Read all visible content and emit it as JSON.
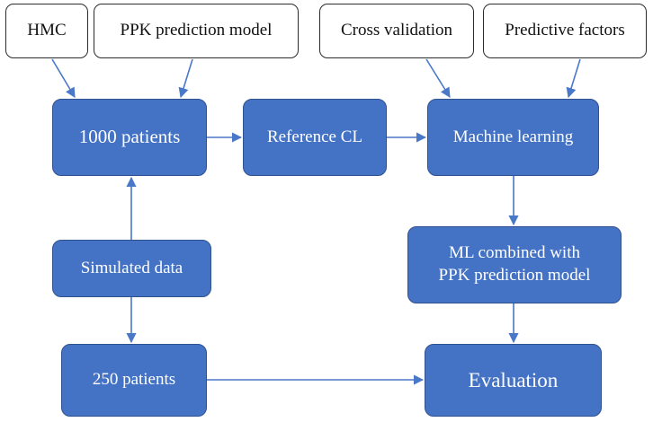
{
  "diagram": {
    "inputs": {
      "hmc": "HMC",
      "ppk_model": "PPK prediction model",
      "cross_validation": "Cross validation",
      "predictive_factors": "Predictive factors"
    },
    "nodes": {
      "patients_1000": "1000 patients",
      "reference_cl": "Reference CL",
      "machine_learning": "Machine learning",
      "simulated_data": "Simulated data",
      "ml_combined_line1": "ML combined with",
      "ml_combined_line2": "PPK prediction model",
      "patients_250": "250 patients",
      "evaluation": "Evaluation"
    },
    "colors": {
      "node_fill": "#4472c4",
      "node_border": "#2f528f",
      "arrow": "#4a78c9",
      "input_border": "#2b2b2b"
    }
  }
}
